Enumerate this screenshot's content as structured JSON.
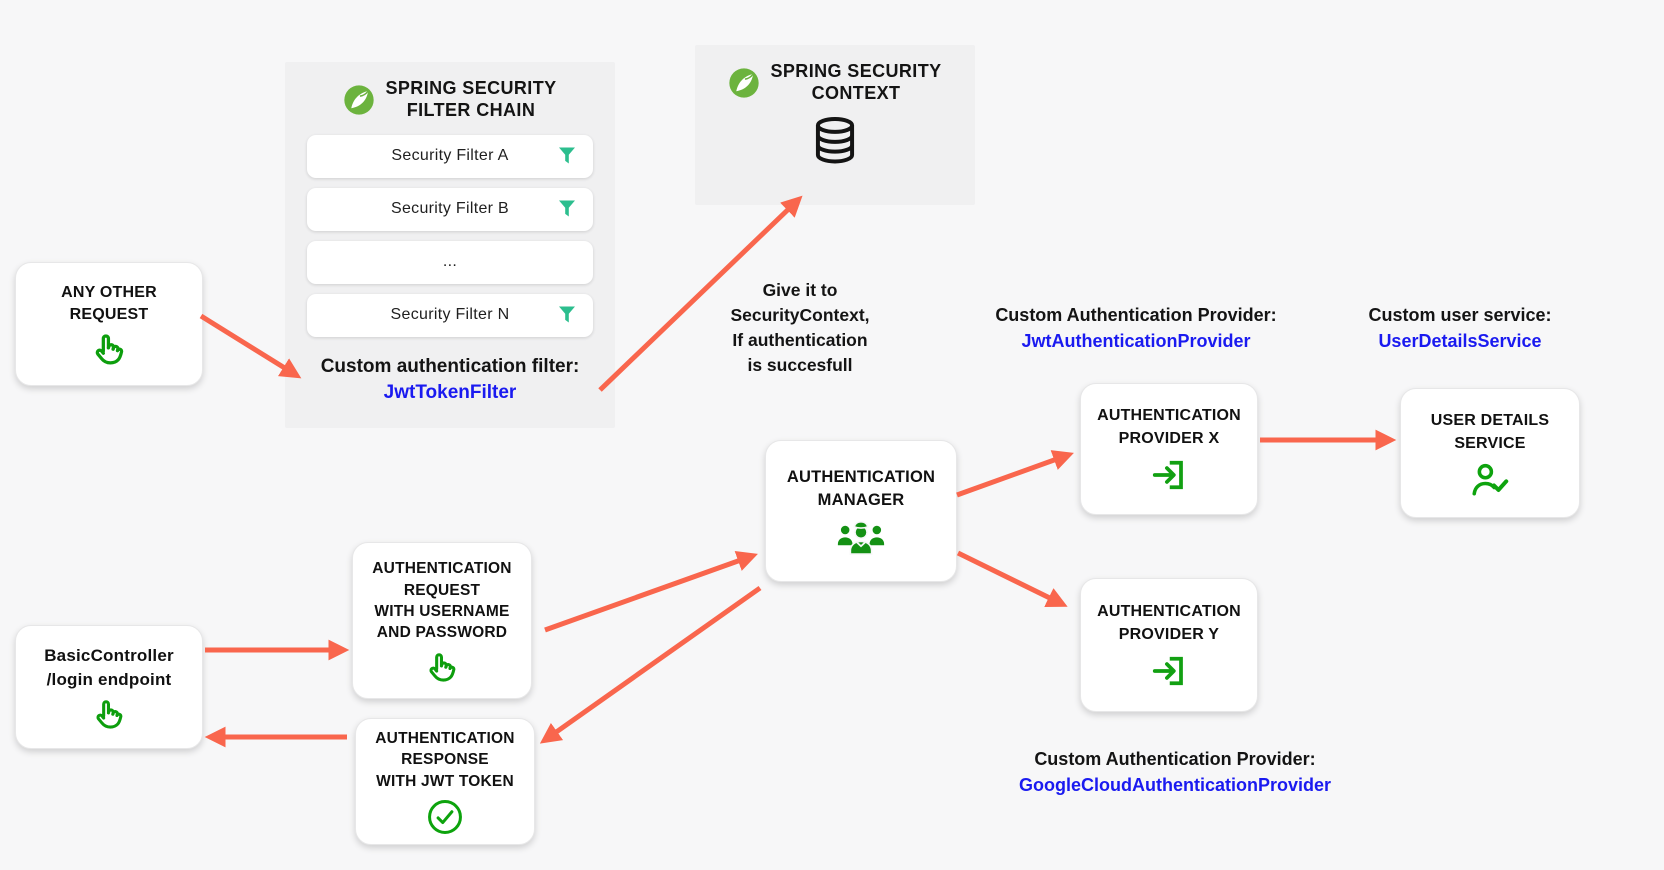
{
  "diagram_title": "Spring Security authentication flow",
  "colors": {
    "background": "#f7f7f8",
    "panel_gray": "#f0f0f1",
    "node_white": "#ffffff",
    "arrow_salmon": "#f9664d",
    "link_blue": "#1a1af0",
    "spring_leaf_green": "#6cb33e",
    "icon_green": "#0d9e0d",
    "funnel_teal": "#2cbe8e",
    "text_dark": "#141414"
  },
  "filter_chain_panel": {
    "icon": "spring-leaf-icon",
    "title_lines": [
      "SPRING SECURITY",
      "FILTER CHAIN"
    ],
    "filters": [
      {
        "label": "Security Filter A",
        "icon": "funnel-icon"
      },
      {
        "label": "Security Filter B",
        "icon": "funnel-icon"
      },
      {
        "label": "...",
        "icon": null
      },
      {
        "label": "Security Filter N",
        "icon": "funnel-icon"
      }
    ],
    "caption": "Custom authentication filter:",
    "caption_class": "JwtTokenFilter"
  },
  "security_context_panel": {
    "icon": "spring-leaf-icon",
    "title_lines": [
      "SPRING SECURITY",
      "CONTEXT"
    ],
    "storage_icon": "database-icon"
  },
  "nodes": {
    "any_other_request": {
      "lines": [
        "ANY OTHER",
        "REQUEST"
      ],
      "icon": "hand-point-icon"
    },
    "auth_request": {
      "lines": [
        "AUTHENTICATION",
        "REQUEST",
        "WITH USERNAME",
        "AND PASSWORD"
      ],
      "icon": "hand-point-icon"
    },
    "basic_controller": {
      "lines": [
        "BasicController",
        "/login endpoint"
      ],
      "icon": "hand-point-icon"
    },
    "auth_response": {
      "lines": [
        "AUTHENTICATION",
        "RESPONSE",
        "WITH JWT TOKEN"
      ],
      "icon": "check-circle-icon"
    },
    "auth_manager": {
      "lines": [
        "AUTHENTICATION",
        "MANAGER"
      ],
      "icon": "team-icon"
    },
    "provider_x": {
      "lines": [
        "AUTHENTICATION",
        "PROVIDER X"
      ],
      "icon": "login-icon"
    },
    "provider_y": {
      "lines": [
        "AUTHENTICATION",
        "PROVIDER Y"
      ],
      "icon": "login-icon"
    },
    "user_details_service": {
      "lines": [
        "USER DETAILS",
        "SERVICE"
      ],
      "icon": "user-check-icon"
    }
  },
  "annotations": {
    "give_to_context": {
      "lines": [
        "Give it to",
        "SecurityContext,",
        "If authentication",
        "is succesfull"
      ]
    },
    "jwt_provider": {
      "label": "Custom Authentication Provider:",
      "class_name": "JwtAuthenticationProvider"
    },
    "user_service": {
      "label": "Custom user service:",
      "class_name": "UserDetailsService"
    },
    "google_provider": {
      "label": "Custom Authentication Provider:",
      "class_name": "GoogleCloudAuthenticationProvider"
    }
  }
}
